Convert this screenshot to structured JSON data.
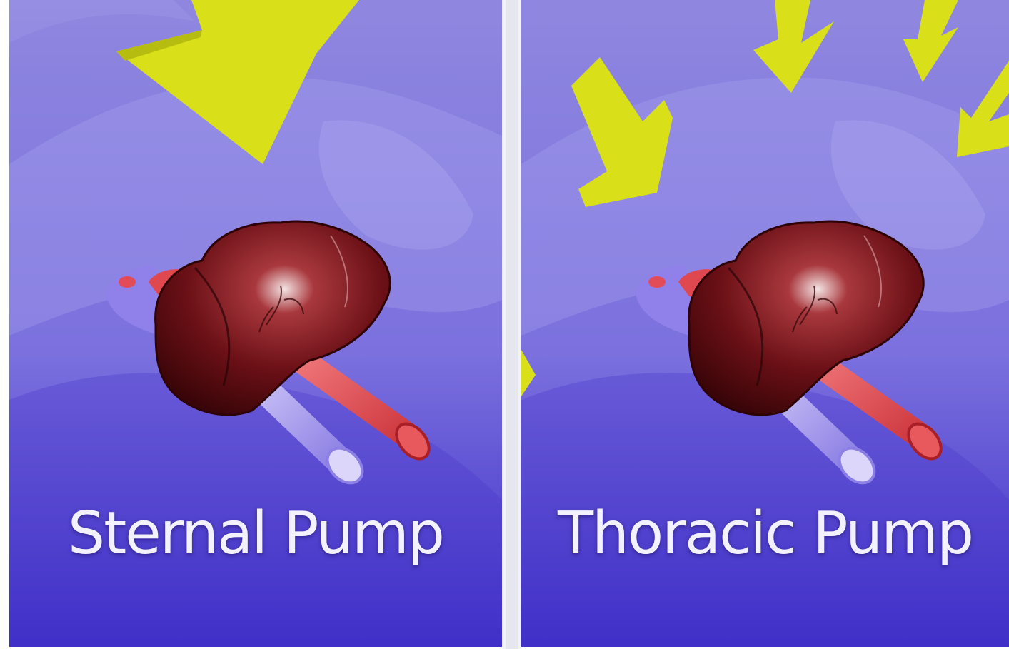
{
  "panels": [
    {
      "caption": "Sternal Pump",
      "arrow_count": 1
    },
    {
      "caption": "Thoracic Pump",
      "arrow_count": 4
    }
  ],
  "colors": {
    "background_top": "#8d84df",
    "background_bottom": "#3f2ec7",
    "arrow": "#d9e01a",
    "heart": "#6b0f14",
    "artery": "#e0484e",
    "vein": "#9a8fe8"
  },
  "icons": [
    "arrow-down-icon",
    "heart-illustration"
  ]
}
